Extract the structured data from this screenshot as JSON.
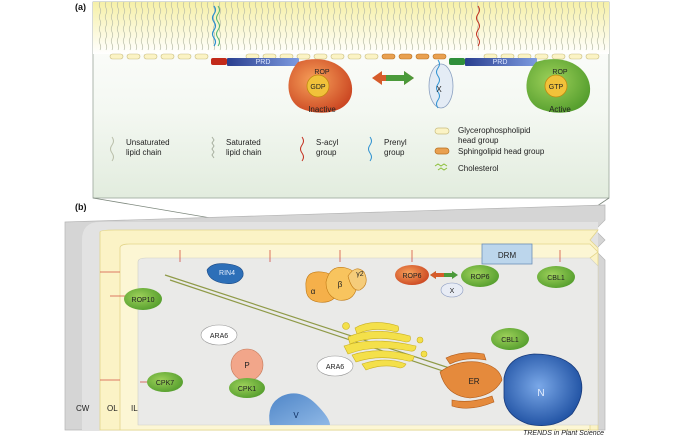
{
  "panels": {
    "a": "(a)",
    "b": "(b)"
  },
  "panel_a": {
    "prd_left": "PRD",
    "prd_right": "PRD",
    "rop_left": "ROP",
    "gdp": "GDP",
    "rop_right": "ROP",
    "gtp": "GTP",
    "x_label": "X",
    "inactive": "Inactive",
    "active": "Active",
    "legend": {
      "unsaturated": [
        "Unsaturated",
        "lipid chain"
      ],
      "saturated": [
        "Saturated",
        "lipid chain"
      ],
      "sacyl": [
        "S-acyl",
        "group"
      ],
      "prenyl": [
        "Prenyl",
        "group"
      ],
      "glycero": [
        "Glycerophospholipid",
        "head group"
      ],
      "sphingo": "Sphingolipid head group",
      "cholesterol": "Cholesterol"
    }
  },
  "panel_b": {
    "drm": "DRM",
    "rin4": "RIN4",
    "alpha": "α",
    "beta": "β",
    "gamma": "γ2",
    "rop6_left": "ROP6",
    "rop6_right": "ROP6",
    "x_label": "X",
    "cbl1_top": "CBL1",
    "rop10": "ROP10",
    "ara6_left": "ARA6",
    "ara6_center": "ARA6",
    "p": "P",
    "cpk1": "CPK1",
    "cpk7": "CPK7",
    "cbl1_er": "CBL1",
    "er": "ER",
    "n": "N",
    "v": "V",
    "cw": "CW",
    "ol": "OL",
    "il": "IL"
  },
  "credit": "TRENDS in Plant Science"
}
